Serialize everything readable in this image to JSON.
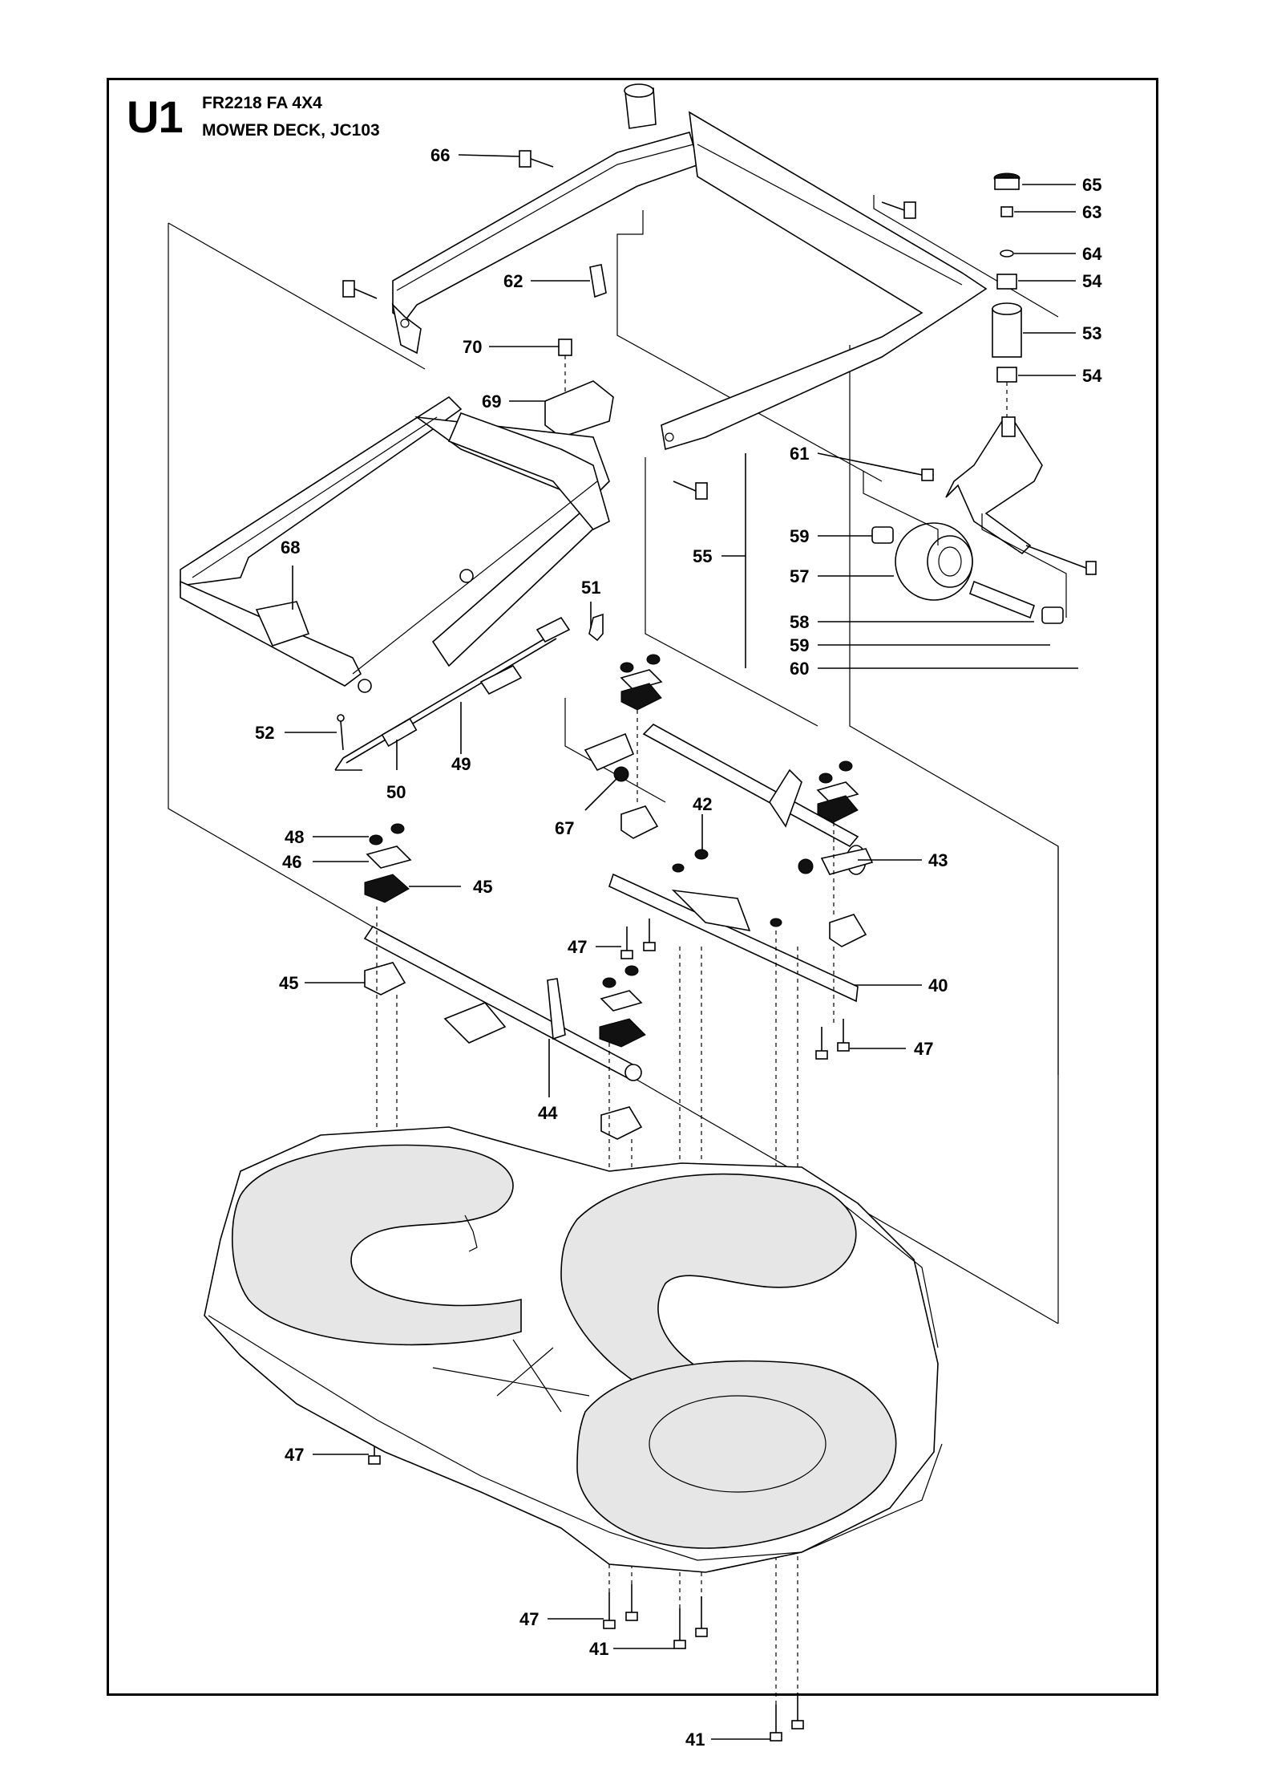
{
  "header": {
    "section_code": "U1",
    "model": "FR2218 FA 4X4",
    "title": "MOWER DECK, JC103"
  },
  "part_labels": [
    "66",
    "65",
    "63",
    "64",
    "54",
    "62",
    "53",
    "70",
    "54",
    "69",
    "61",
    "59",
    "55",
    "57",
    "68",
    "51",
    "58",
    "59",
    "60",
    "52",
    "49",
    "50",
    "67",
    "42",
    "43",
    "48",
    "46",
    "45",
    "47",
    "40",
    "45",
    "47",
    "44",
    "47",
    "47",
    "41",
    "41"
  ]
}
